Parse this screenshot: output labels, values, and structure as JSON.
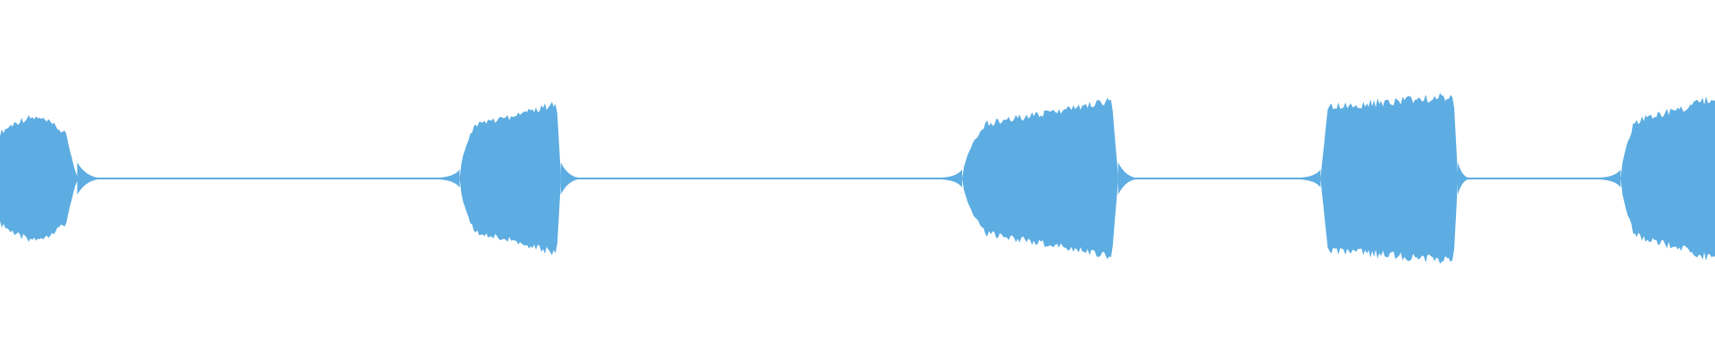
{
  "waveform": {
    "color": "#5dade2",
    "background": "#ffffff",
    "duration_fraction_segments": [
      {
        "start": 0.0,
        "end": 0.045,
        "peak": 0.48,
        "attack": "soft-start",
        "release": 0.012
      },
      {
        "start": 0.268,
        "end": 0.327,
        "peak": 0.6,
        "attack": "ramp",
        "release": 0.01
      },
      {
        "start": 0.561,
        "end": 0.652,
        "peak": 0.62,
        "attack": "ramp",
        "release": 0.01
      },
      {
        "start": 0.77,
        "end": 0.85,
        "peak": 0.66,
        "attack": "plateau",
        "release": 0.006
      },
      {
        "start": 0.945,
        "end": 1.0,
        "peak": 0.64,
        "attack": "ramp",
        "release": 0.0
      }
    ],
    "silence_level": 0.012
  }
}
